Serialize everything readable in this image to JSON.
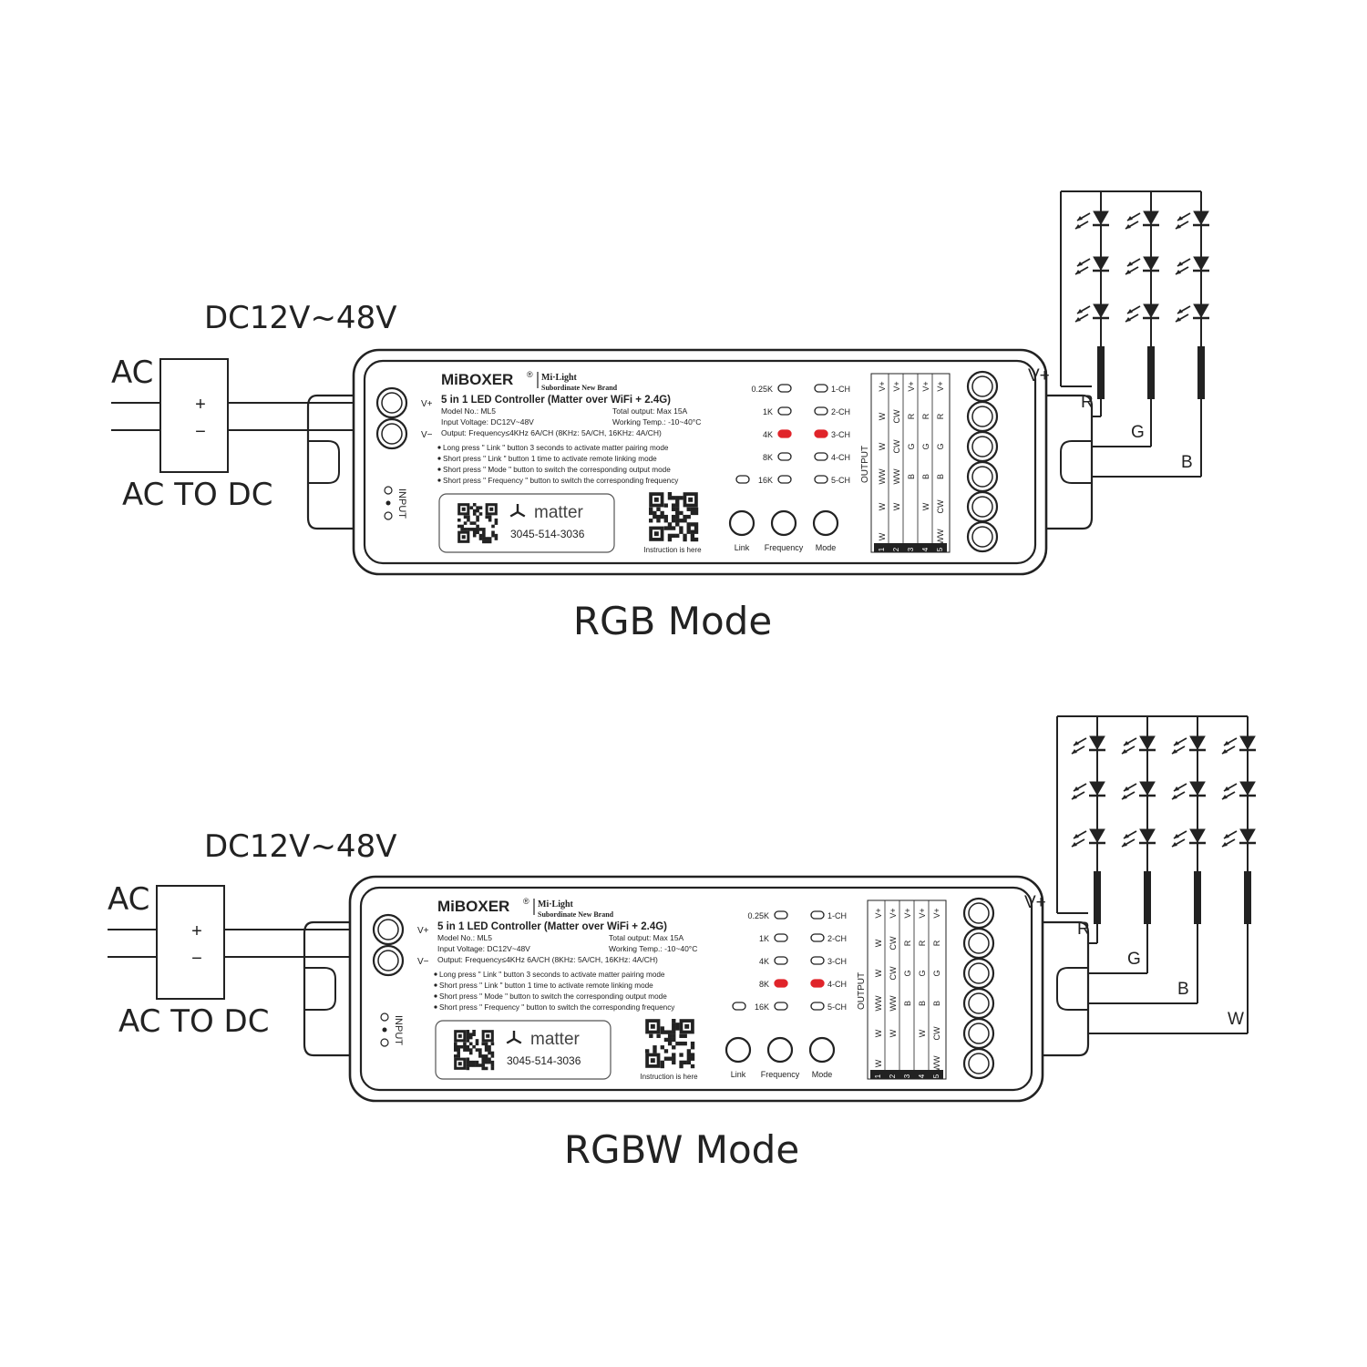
{
  "wiring_diagrams": [
    {
      "mode_title": "RGB Mode",
      "supply_voltage": "DC12V~48V",
      "ac_label": "AC",
      "converter_label": "AC TO DC",
      "converter_plus": "+",
      "converter_minus": "−",
      "active_channel": "3-CH",
      "active_frequency": "4K",
      "strip_wires": [
        "V+",
        "R",
        "G",
        "B"
      ],
      "strip_columns": 3
    },
    {
      "mode_title": "RGBW Mode",
      "supply_voltage": "DC12V~48V",
      "ac_label": "AC",
      "converter_label": "AC TO DC",
      "converter_plus": "+",
      "converter_minus": "−",
      "active_channel": "4-CH",
      "active_frequency": "8K",
      "strip_wires": [
        "V+",
        "R",
        "G",
        "B",
        "W"
      ],
      "strip_columns": 4
    }
  ],
  "controller": {
    "brand": "MiBOXER",
    "registered": "®",
    "sub_brand": "Mi·Light",
    "sub_brand_tagline": "Subordinate New Brand",
    "product_name": "5 in 1 LED Controller (Matter over WiFi + 2.4G)",
    "model": "Model No.: ML5",
    "total_output": "Total output: Max 15A",
    "input_voltage": "Input Voltage: DC12V~48V",
    "working_temp": "Working Temp.: -10~40°C",
    "output_spec": "Output: Frequency≤4KHz 6A/CH (8KHz: 5A/CH, 16KHz: 4A/CH)",
    "instructions": [
      "Long press \" Link \" button 3 seconds to activate matter pairing mode",
      "Short press \" Link \" button 1 time to activate remote linking mode",
      "Short press \" Mode \" button to switch the corresponding output mode",
      "Short press \" Frequency \" button to switch the corresponding frequency"
    ],
    "input_pins": [
      "V+",
      "V−"
    ],
    "input_label": "INPUT",
    "matter_label": "matter",
    "matter_code": "3045-514-3036",
    "qr_caption": "Instruction is here",
    "buttons": [
      "Link",
      "Frequency",
      "Mode"
    ],
    "frequencies": [
      "0.25K",
      "1K",
      "4K",
      "8K",
      "16K"
    ],
    "channels": [
      "1-CH",
      "2-CH",
      "3-CH",
      "4-CH",
      "5-CH"
    ],
    "output_label": "OUTPUT",
    "output_table": [
      [
        "V+",
        "V+",
        "V+",
        "V+",
        "V+"
      ],
      [
        "W",
        "CW",
        "R",
        "R",
        "R"
      ],
      [
        "W",
        "CW",
        "G",
        "G",
        "G"
      ],
      [
        "WW",
        "WW",
        "B",
        "B",
        "B"
      ],
      [
        "W",
        "W",
        "",
        "W",
        "CW"
      ],
      [
        "W",
        "",
        "",
        "",
        "WW"
      ]
    ],
    "channel_numbers": [
      "1",
      "2",
      "3",
      "4",
      "5"
    ]
  },
  "colors": {
    "line": "#222222",
    "led_active": "#e0242a",
    "background": "#ffffff"
  }
}
